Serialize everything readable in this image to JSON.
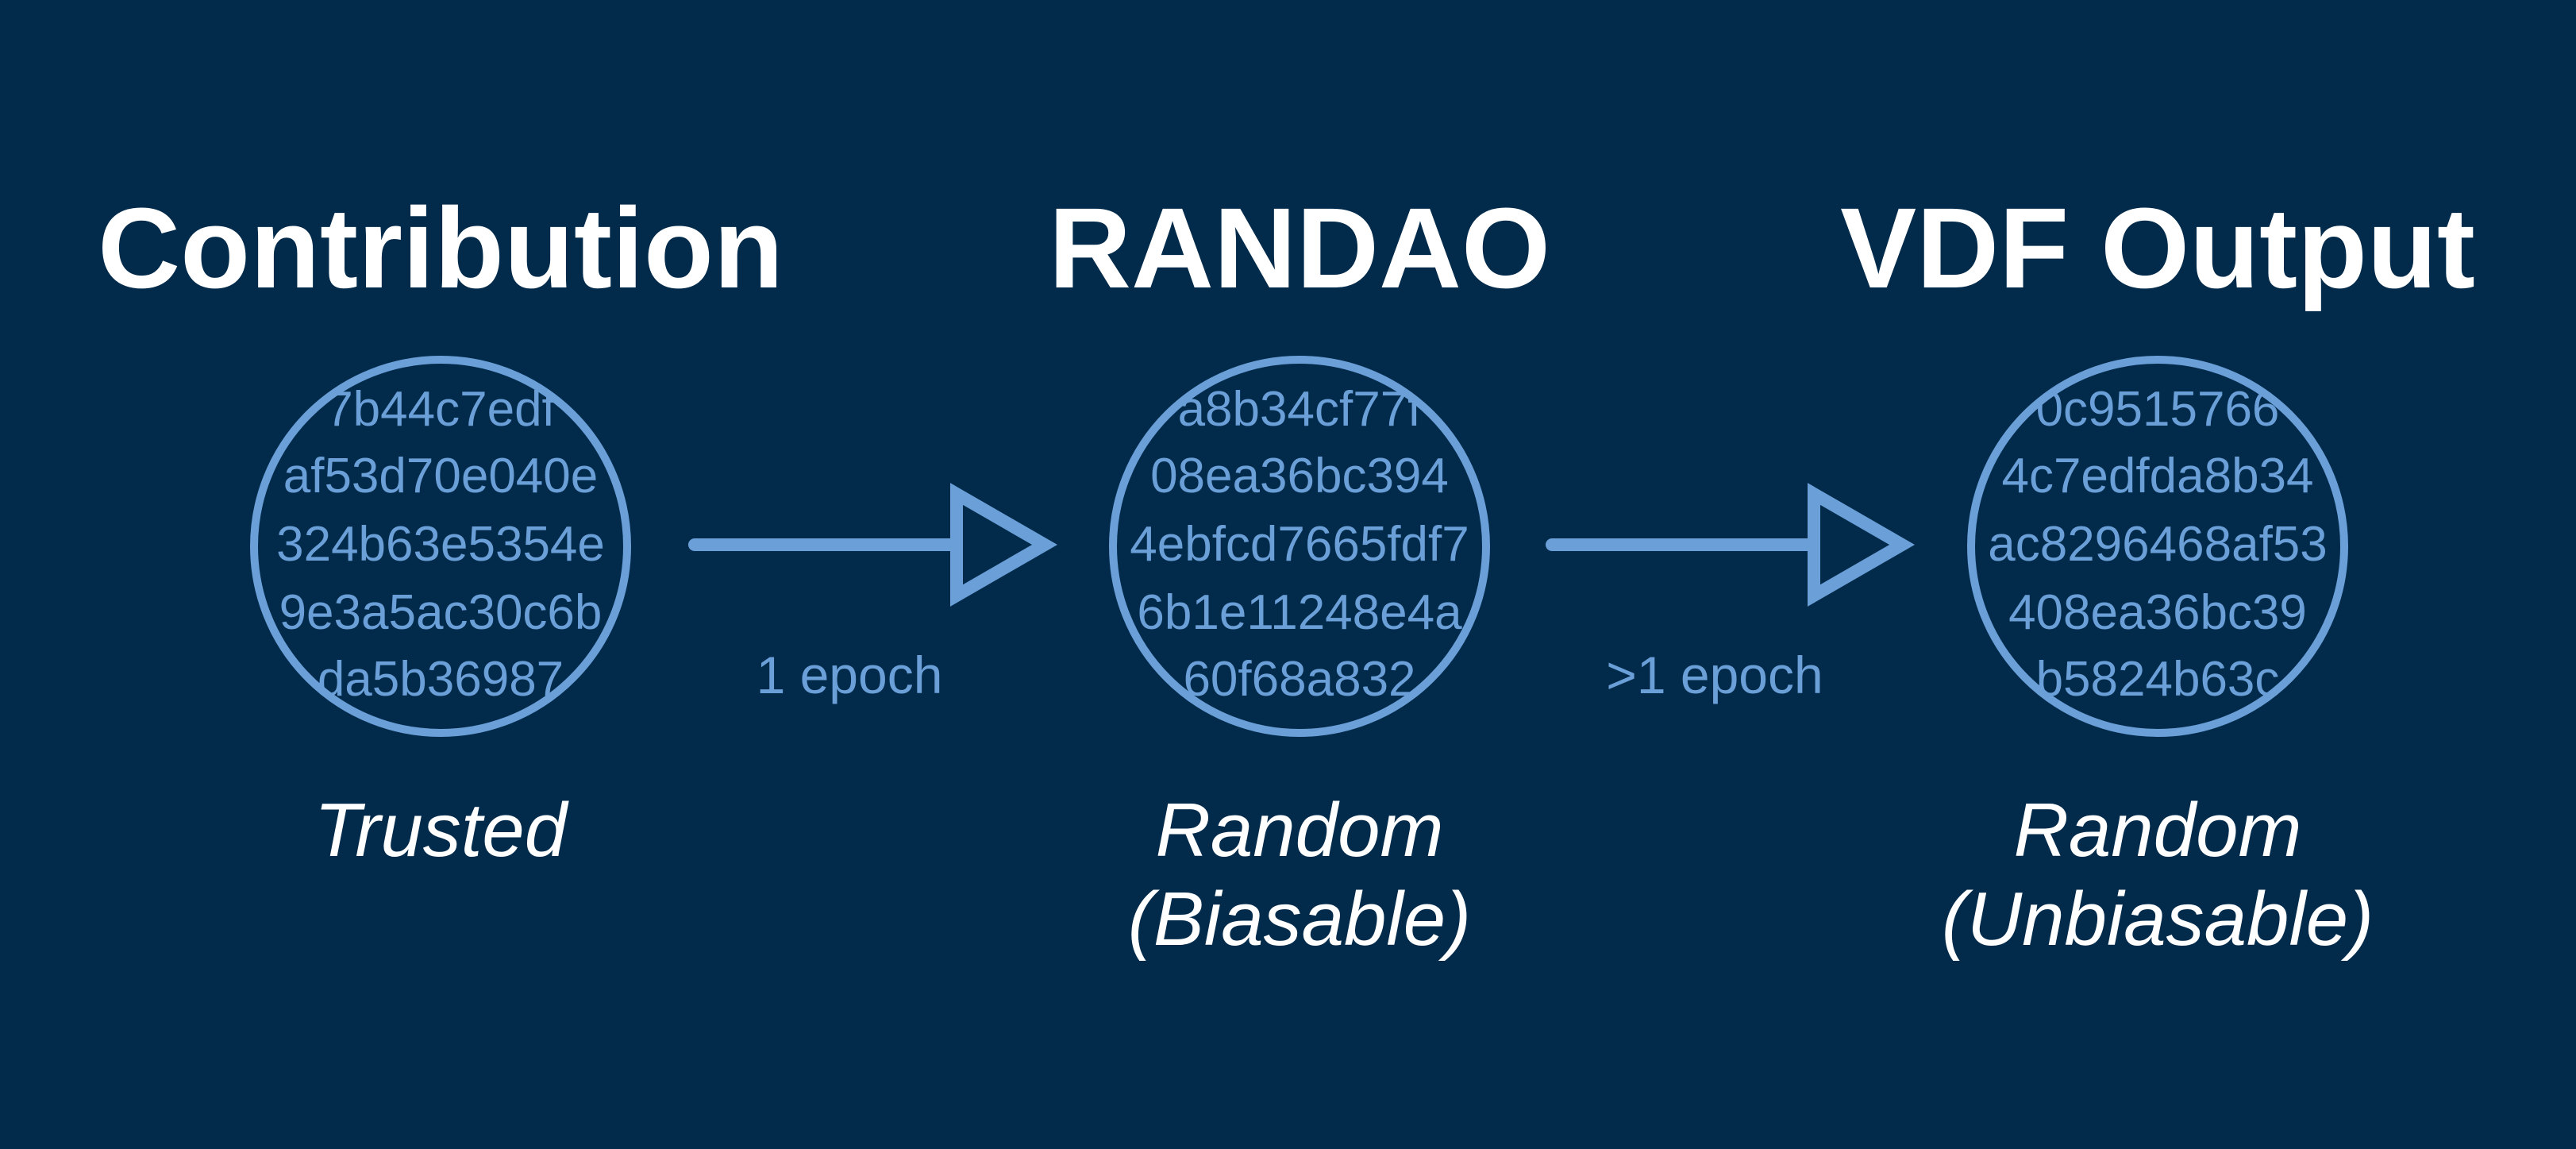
{
  "colors": {
    "background": "#022b4b",
    "accent": "#6a9fd8",
    "text": "#ffffff"
  },
  "stages": [
    {
      "title": "Contribution",
      "caption_lines": [
        "Trusted"
      ],
      "hex_lines": [
        "7b44c7edf",
        "af53d70e040e",
        "324b63e5354e",
        "9e3a5ac30c6b",
        "da5b36987"
      ]
    },
    {
      "title": "RANDAO",
      "caption_lines": [
        "Random",
        "(Biasable)"
      ],
      "hex_lines": [
        "a8b34cf77f",
        "08ea36bc394",
        "4ebfcd7665fdf7",
        "6b1e11248e4a",
        "60f68a832"
      ]
    },
    {
      "title": "VDF Output",
      "caption_lines": [
        "Random",
        "(Unbiasable)"
      ],
      "hex_lines": [
        "0c9515766",
        "4c7edfda8b34",
        "ac8296468af53",
        "408ea36bc39",
        "b5824b63c"
      ]
    }
  ],
  "transitions": [
    {
      "label": "1 epoch"
    },
    {
      "label": ">1 epoch"
    }
  ]
}
